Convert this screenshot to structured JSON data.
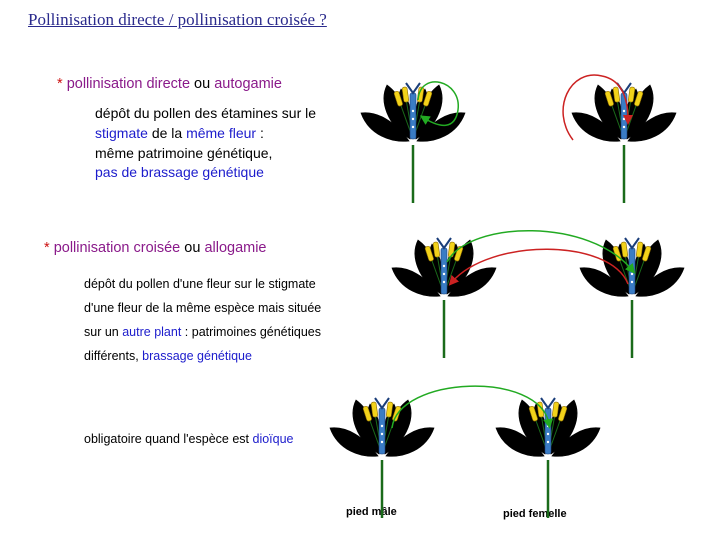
{
  "title": "Pollinisation directe / pollinisation croisée ?",
  "s1": {
    "bullet": "*",
    "term": "pollinisation directe",
    "or": "ou",
    "term2": "autogamie",
    "l1": "dépôt du pollen des étamines sur le",
    "l2_blue": "stigmate",
    "l2_mid": "de la",
    "l2_blue2": "même fleur",
    "l2_end": ":",
    "l3": "même patrimoine génétique,",
    "l4": "pas de brassage génétique"
  },
  "s2": {
    "bullet": "*",
    "term": "pollinisation croisée",
    "or": "ou",
    "term2": "allogamie",
    "l1": "dépôt du pollen d'une fleur sur le stigmate",
    "l2": "d'une fleur de la même espèce mais située",
    "l3_pre": "sur un",
    "l3_blue": "autre plant",
    "l3_post": ": patrimoines génétiques",
    "l4_pre": "différents,",
    "l4_blue": "brassage génétique"
  },
  "s3": {
    "pre": "obligatoire quand l'espèce est",
    "blue": "dioïque"
  },
  "captions": {
    "male": "pied mâle",
    "female": "pied femelle"
  },
  "colors": {
    "title": "#2a2a8c",
    "red_flower": "#dd1111",
    "pink_flower": "#f4a0a0",
    "green_arrow": "#22aa22",
    "red_arrow": "#cc2222",
    "stem": "#1a6b1a",
    "pistil": "#3a7cc4",
    "anther": "#f2d21a"
  }
}
